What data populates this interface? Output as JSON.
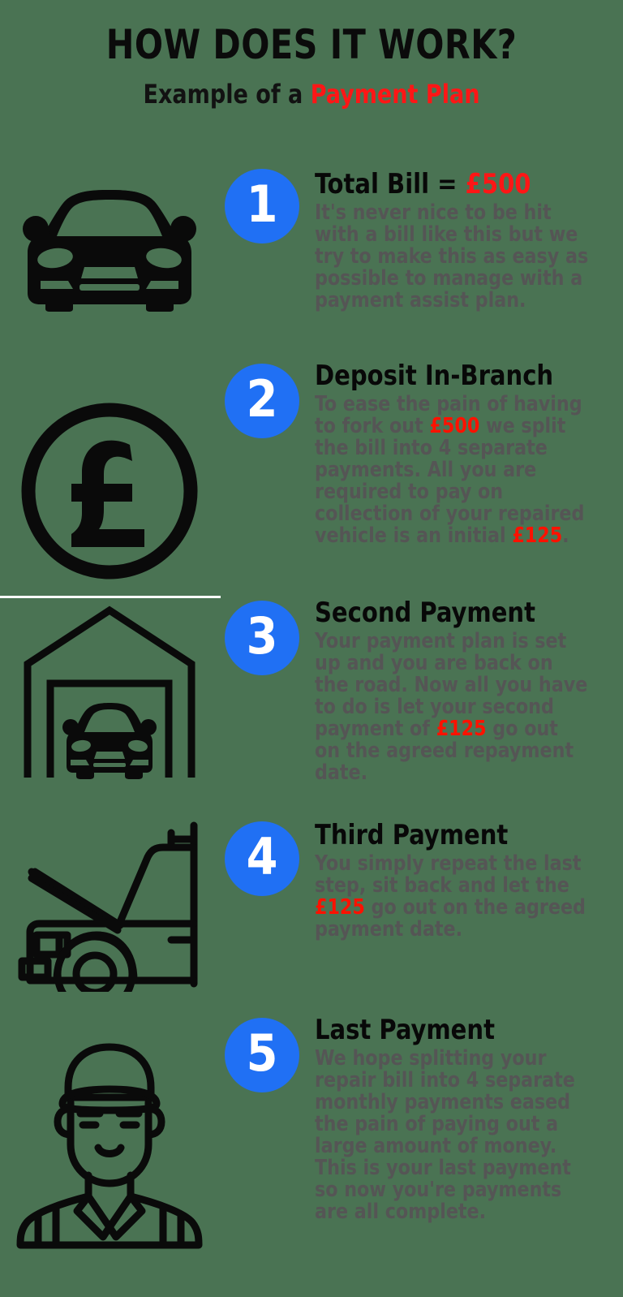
{
  "header": {
    "title": "HOW DOES IT WORK?",
    "subtitle_plain": "Example of a ",
    "subtitle_accent": "Payment Plan"
  },
  "colors": {
    "background": "#4a7353",
    "badge_blue": "#2070f4",
    "accent_red": "#ff1616",
    "money_red": "#ff1100",
    "body_gray": "#555555",
    "heading_black": "#080808",
    "divider_white": "#ffffff"
  },
  "steps": [
    {
      "number": "1",
      "icon": "car-front-icon",
      "title_plain": "Total Bill = ",
      "title_accent": "£500",
      "desc_parts": [
        {
          "text": "It's never nice to be hit with a bill like this but we try to make this as easy as possible to manage with a payment assist plan.",
          "accent": false
        }
      ]
    },
    {
      "number": "2",
      "icon": "pound-coin-icon",
      "title_plain": "Deposit In-Branch",
      "title_accent": "",
      "desc_parts": [
        {
          "text": "To ease the pain of having to fork out ",
          "accent": false
        },
        {
          "text": "£500",
          "accent": true
        },
        {
          "text": " we split the bill into 4 separate payments. All you are required to pay on collection of your repaired vehicle is an initial ",
          "accent": false
        },
        {
          "text": "£125",
          "accent": true
        },
        {
          "text": ".",
          "accent": false
        }
      ]
    },
    {
      "number": "3",
      "icon": "garage-with-car-icon",
      "title_plain": "Second Payment",
      "title_accent": "",
      "desc_parts": [
        {
          "text": "Your payment plan is set up and you are back on the road. Now all you have to do is let your second payment of ",
          "accent": false
        },
        {
          "text": "£125",
          "accent": true
        },
        {
          "text": " go out on the agreed repayment date.",
          "accent": false
        }
      ]
    },
    {
      "number": "4",
      "icon": "car-open-hood-icon",
      "title_plain": "Third Payment",
      "title_accent": "",
      "desc_parts": [
        {
          "text": "You simply repeat the last step, sit back and let the ",
          "accent": false
        },
        {
          "text": "£125",
          "accent": true
        },
        {
          "text": " go out on the agreed payment date.",
          "accent": false
        }
      ]
    },
    {
      "number": "5",
      "icon": "mechanic-person-icon",
      "title_plain": "Last Payment",
      "title_accent": "",
      "desc_parts": [
        {
          "text": "We hope splitting your repair bill into 4 separate monthly payments eased the pain of paying out a large amount of money. This is your last payment so now you're payments are all complete.",
          "accent": false
        }
      ]
    }
  ]
}
